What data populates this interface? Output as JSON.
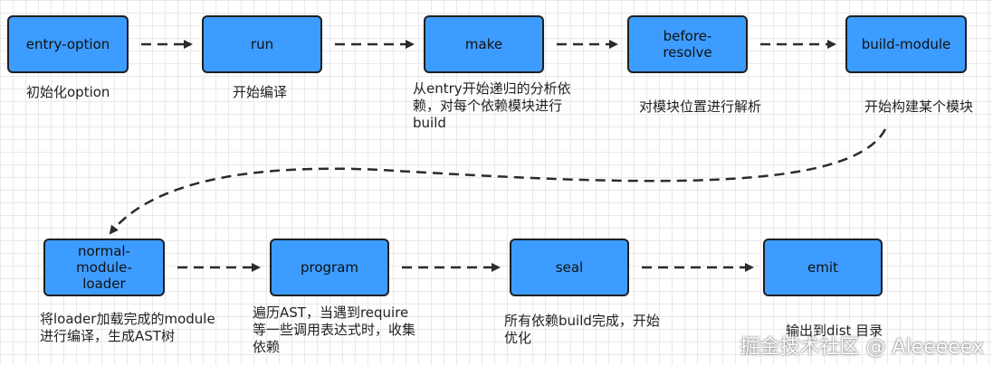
{
  "colors": {
    "node_fill": "#3d9cff",
    "node_border": "#1e1e1e",
    "arrow": "#2b2b2b"
  },
  "nodes": [
    {
      "label": "entry-option",
      "caption": "初始化option"
    },
    {
      "label": "run",
      "caption": "开始编译"
    },
    {
      "label": "make",
      "caption": "从entry开始递归的分析依\n赖，对每个依赖模块进行\nbuild"
    },
    {
      "label": "before-\nresolve",
      "caption": "对模块位置进行解析"
    },
    {
      "label": "build-module",
      "caption": "开始构建某个模块"
    },
    {
      "label": "normal-\nmodule-\nloader",
      "caption": "将loader加载完成的module\n进行编译，生成AST树"
    },
    {
      "label": "program",
      "caption": "遍历AST，当遇到require\n等一些调用表达式时，收集\n依赖"
    },
    {
      "label": "seal",
      "caption": "所有依赖build完成，开始\n优化"
    },
    {
      "label": "emit",
      "caption": "输出到dist 目录"
    }
  ],
  "edges": [
    [
      0,
      1
    ],
    [
      1,
      2
    ],
    [
      2,
      3
    ],
    [
      3,
      4
    ],
    [
      4,
      5
    ],
    [
      5,
      6
    ],
    [
      6,
      7
    ],
    [
      7,
      8
    ]
  ],
  "watermark": "掘金技术社区 @ Aleeeeex"
}
